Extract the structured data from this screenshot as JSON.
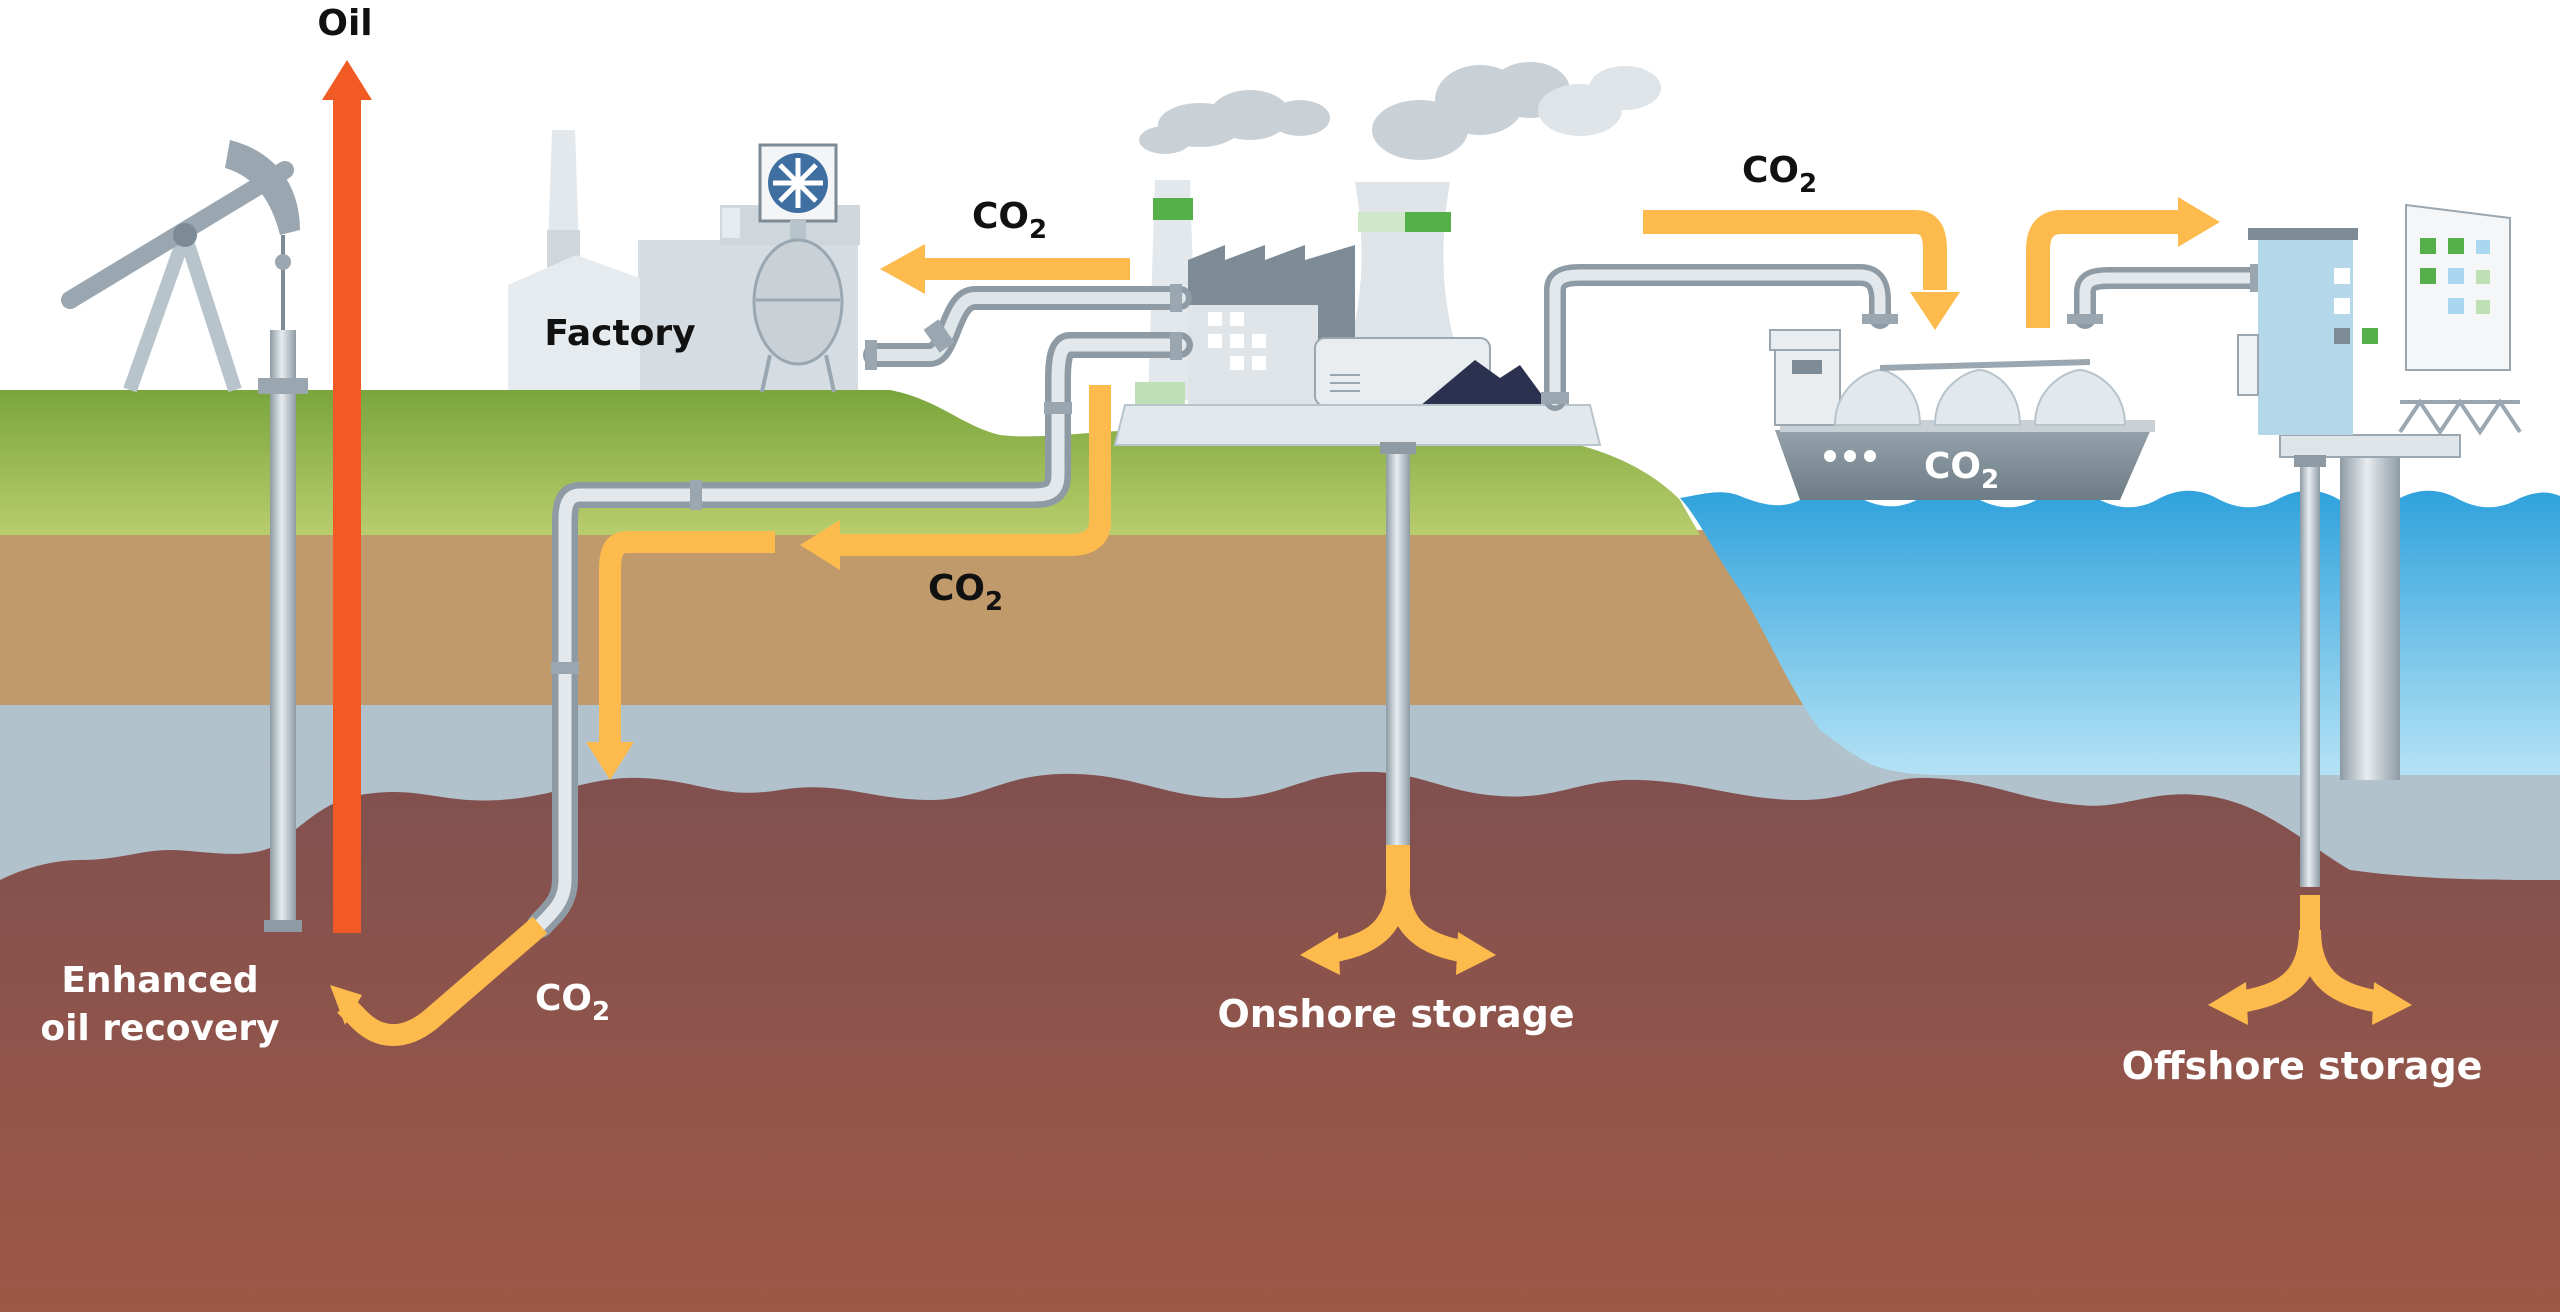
{
  "labels": {
    "oil": "Oil",
    "factory": "Factory",
    "enhanced_oil_recovery_line1": "Enhanced",
    "enhanced_oil_recovery_line2": "oil recovery",
    "onshore_storage": "Onshore storage",
    "offshore_storage": "Offshore storage",
    "co2_main": "CO",
    "co2_sub": "2"
  },
  "colors": {
    "sky": "#ffffff",
    "grass": "#8cb04a",
    "topsoil": "#c19a6b",
    "rock_layer": "#b2c2cc",
    "deep_rock_top": "#83504f",
    "deep_rock_bottom": "#9b5747",
    "sea_top": "#3aa6dd",
    "sea_bottom": "#a8dcf3",
    "co2_flow": "#fdbb4d",
    "oil_flow": "#f15a24",
    "pipe": "#c9d1d7",
    "pipe_dark": "#8d9aa3",
    "building": "#dde3e8",
    "building_dark": "#7d8b96",
    "accent_green": "#55b04a",
    "coal": "#2d3150",
    "label_dark": "#111111",
    "label_light": "#ffffff"
  },
  "icons": [
    "pumpjack-icon",
    "factory-icon",
    "power-plant-icon",
    "tanker-ship-icon",
    "offshore-platform-icon"
  ]
}
